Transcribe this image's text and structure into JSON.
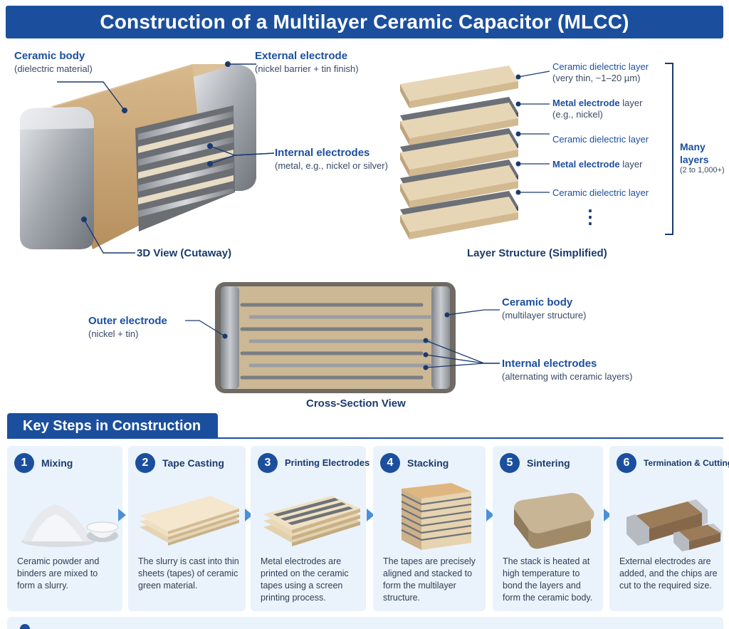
{
  "title": "Construction of a Multilayer Ceramic Capacitor (MLCC)",
  "view3d": {
    "caption": "3D View (Cutaway)",
    "ceramic_body": {
      "title": "Ceramic body",
      "sub": "(dielectric material)"
    },
    "external_electrode": {
      "title": "External electrode",
      "sub": "(nickel barrier + tin finish)"
    },
    "internal_electrodes": {
      "title": "Internal electrodes",
      "sub": "(metal, e.g., nickel or silver)"
    }
  },
  "layers": {
    "caption": "Layer Structure (Simplified)",
    "items": [
      {
        "title": "Ceramic dielectric layer",
        "sub": "(very thin, ~1–20 µm)"
      },
      {
        "title": "Metal electrode",
        "rest": " layer",
        "sub": "(e.g., nickel)"
      },
      {
        "title": "Ceramic dielectric layer",
        "sub": ""
      },
      {
        "title": "Metal electrode",
        "rest": " layer",
        "sub": ""
      },
      {
        "title": "Ceramic dielectric layer",
        "sub": ""
      }
    ],
    "ellipsis": "⋮",
    "many_layers": {
      "line1": "Many",
      "line2": "layers",
      "sub": "(2 to 1,000+)"
    }
  },
  "cross_section": {
    "caption": "Cross-Section View",
    "outer_electrode": {
      "title": "Outer electrode",
      "sub": "(nickel + tin)"
    },
    "ceramic_body": {
      "title": "Ceramic body",
      "sub": "(multilayer structure)"
    },
    "internal_electrodes": {
      "title": "Internal electrodes",
      "sub": "(alternating with ceramic layers)"
    }
  },
  "steps_header": "Key Steps in Construction",
  "steps": [
    {
      "num": "1",
      "title": "Mixing",
      "desc": "Ceramic powder and binders are mixed to form a slurry."
    },
    {
      "num": "2",
      "title": "Tape Casting",
      "desc": "The slurry is cast into thin sheets (tapes) of ceramic green material."
    },
    {
      "num": "3",
      "title": "Printing Electrodes",
      "desc": "Metal electrodes are printed on the ceramic tapes using a screen printing process."
    },
    {
      "num": "4",
      "title": "Stacking",
      "desc": "The tapes are precisely aligned and stacked to form the multilayer structure."
    },
    {
      "num": "5",
      "title": "Sintering",
      "desc": "The stack is heated at high temperature to bond the layers and form the ceramic body."
    },
    {
      "num": "6",
      "title": "Termination & Cutting",
      "desc": "External electrodes are added, and the chips are cut to the required size."
    }
  ],
  "colors": {
    "brand_blue": "#1b4f9e",
    "ceramic": "#c9a578",
    "metal": "#a9adb3",
    "card_bg": "#eaf3fb"
  }
}
